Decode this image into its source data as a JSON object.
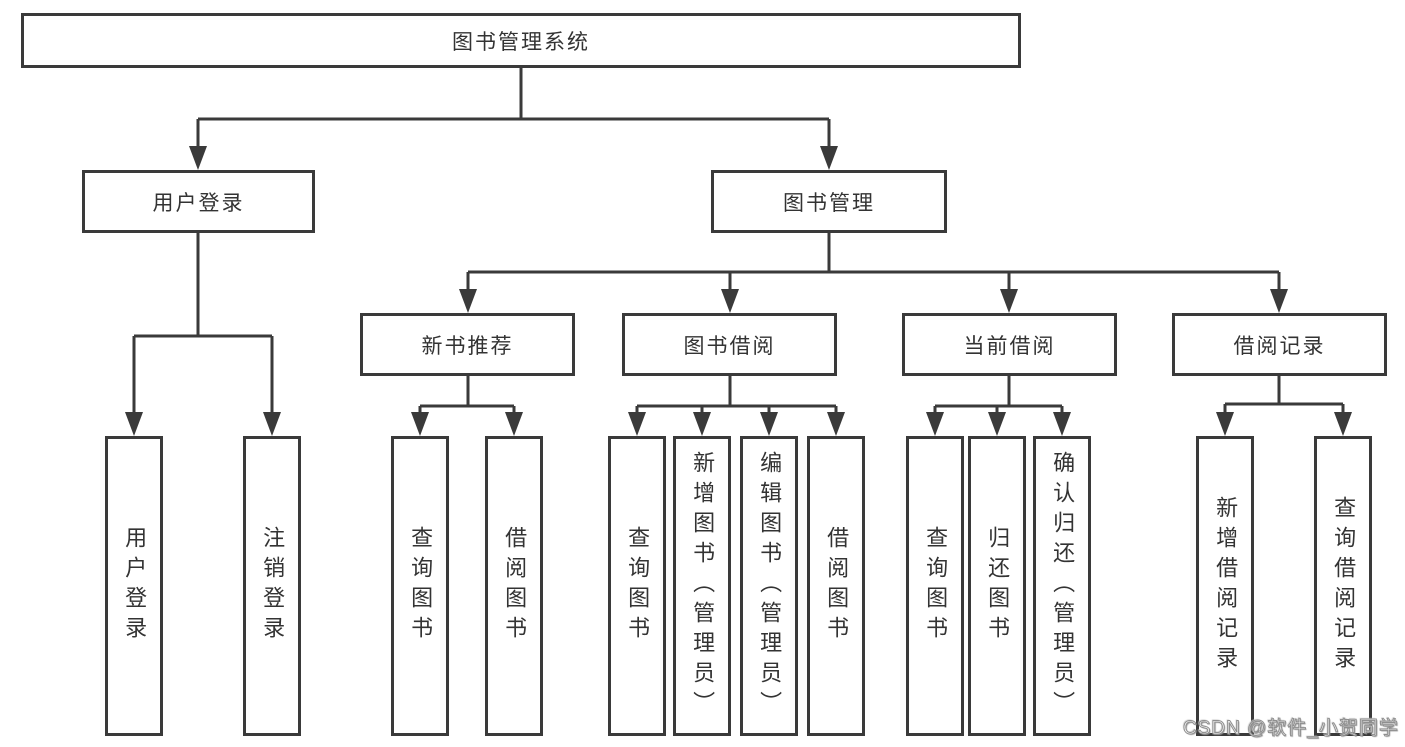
{
  "diagram_type": "hierarchy",
  "tree": {
    "label": "图书管理系统",
    "children": [
      {
        "label": "用户登录",
        "children": [
          {
            "label": "用户登录"
          },
          {
            "label": "注销登录"
          }
        ]
      },
      {
        "label": "图书管理",
        "children": [
          {
            "label": "新书推荐",
            "children": [
              {
                "label": "查询图书"
              },
              {
                "label": "借阅图书"
              }
            ]
          },
          {
            "label": "图书借阅",
            "children": [
              {
                "label": "查询图书"
              },
              {
                "label": "新增图书（管理员）"
              },
              {
                "label": "编辑图书（管理员）"
              },
              {
                "label": "借阅图书"
              }
            ]
          },
          {
            "label": "当前借阅",
            "children": [
              {
                "label": "查询图书"
              },
              {
                "label": "归还图书"
              },
              {
                "label": "确认归还（管理员）"
              }
            ]
          },
          {
            "label": "借阅记录",
            "children": [
              {
                "label": "新增借阅记录"
              },
              {
                "label": "查询借阅记录"
              }
            ]
          }
        ]
      }
    ]
  },
  "watermark": {
    "text": "CSDN @软件_小贺同学"
  },
  "colors": {
    "line": "#3a3a3a",
    "text": "#333333",
    "background": "#ffffff",
    "watermark_fill": "#ffffff",
    "watermark_stroke": "#8f8f8f"
  }
}
